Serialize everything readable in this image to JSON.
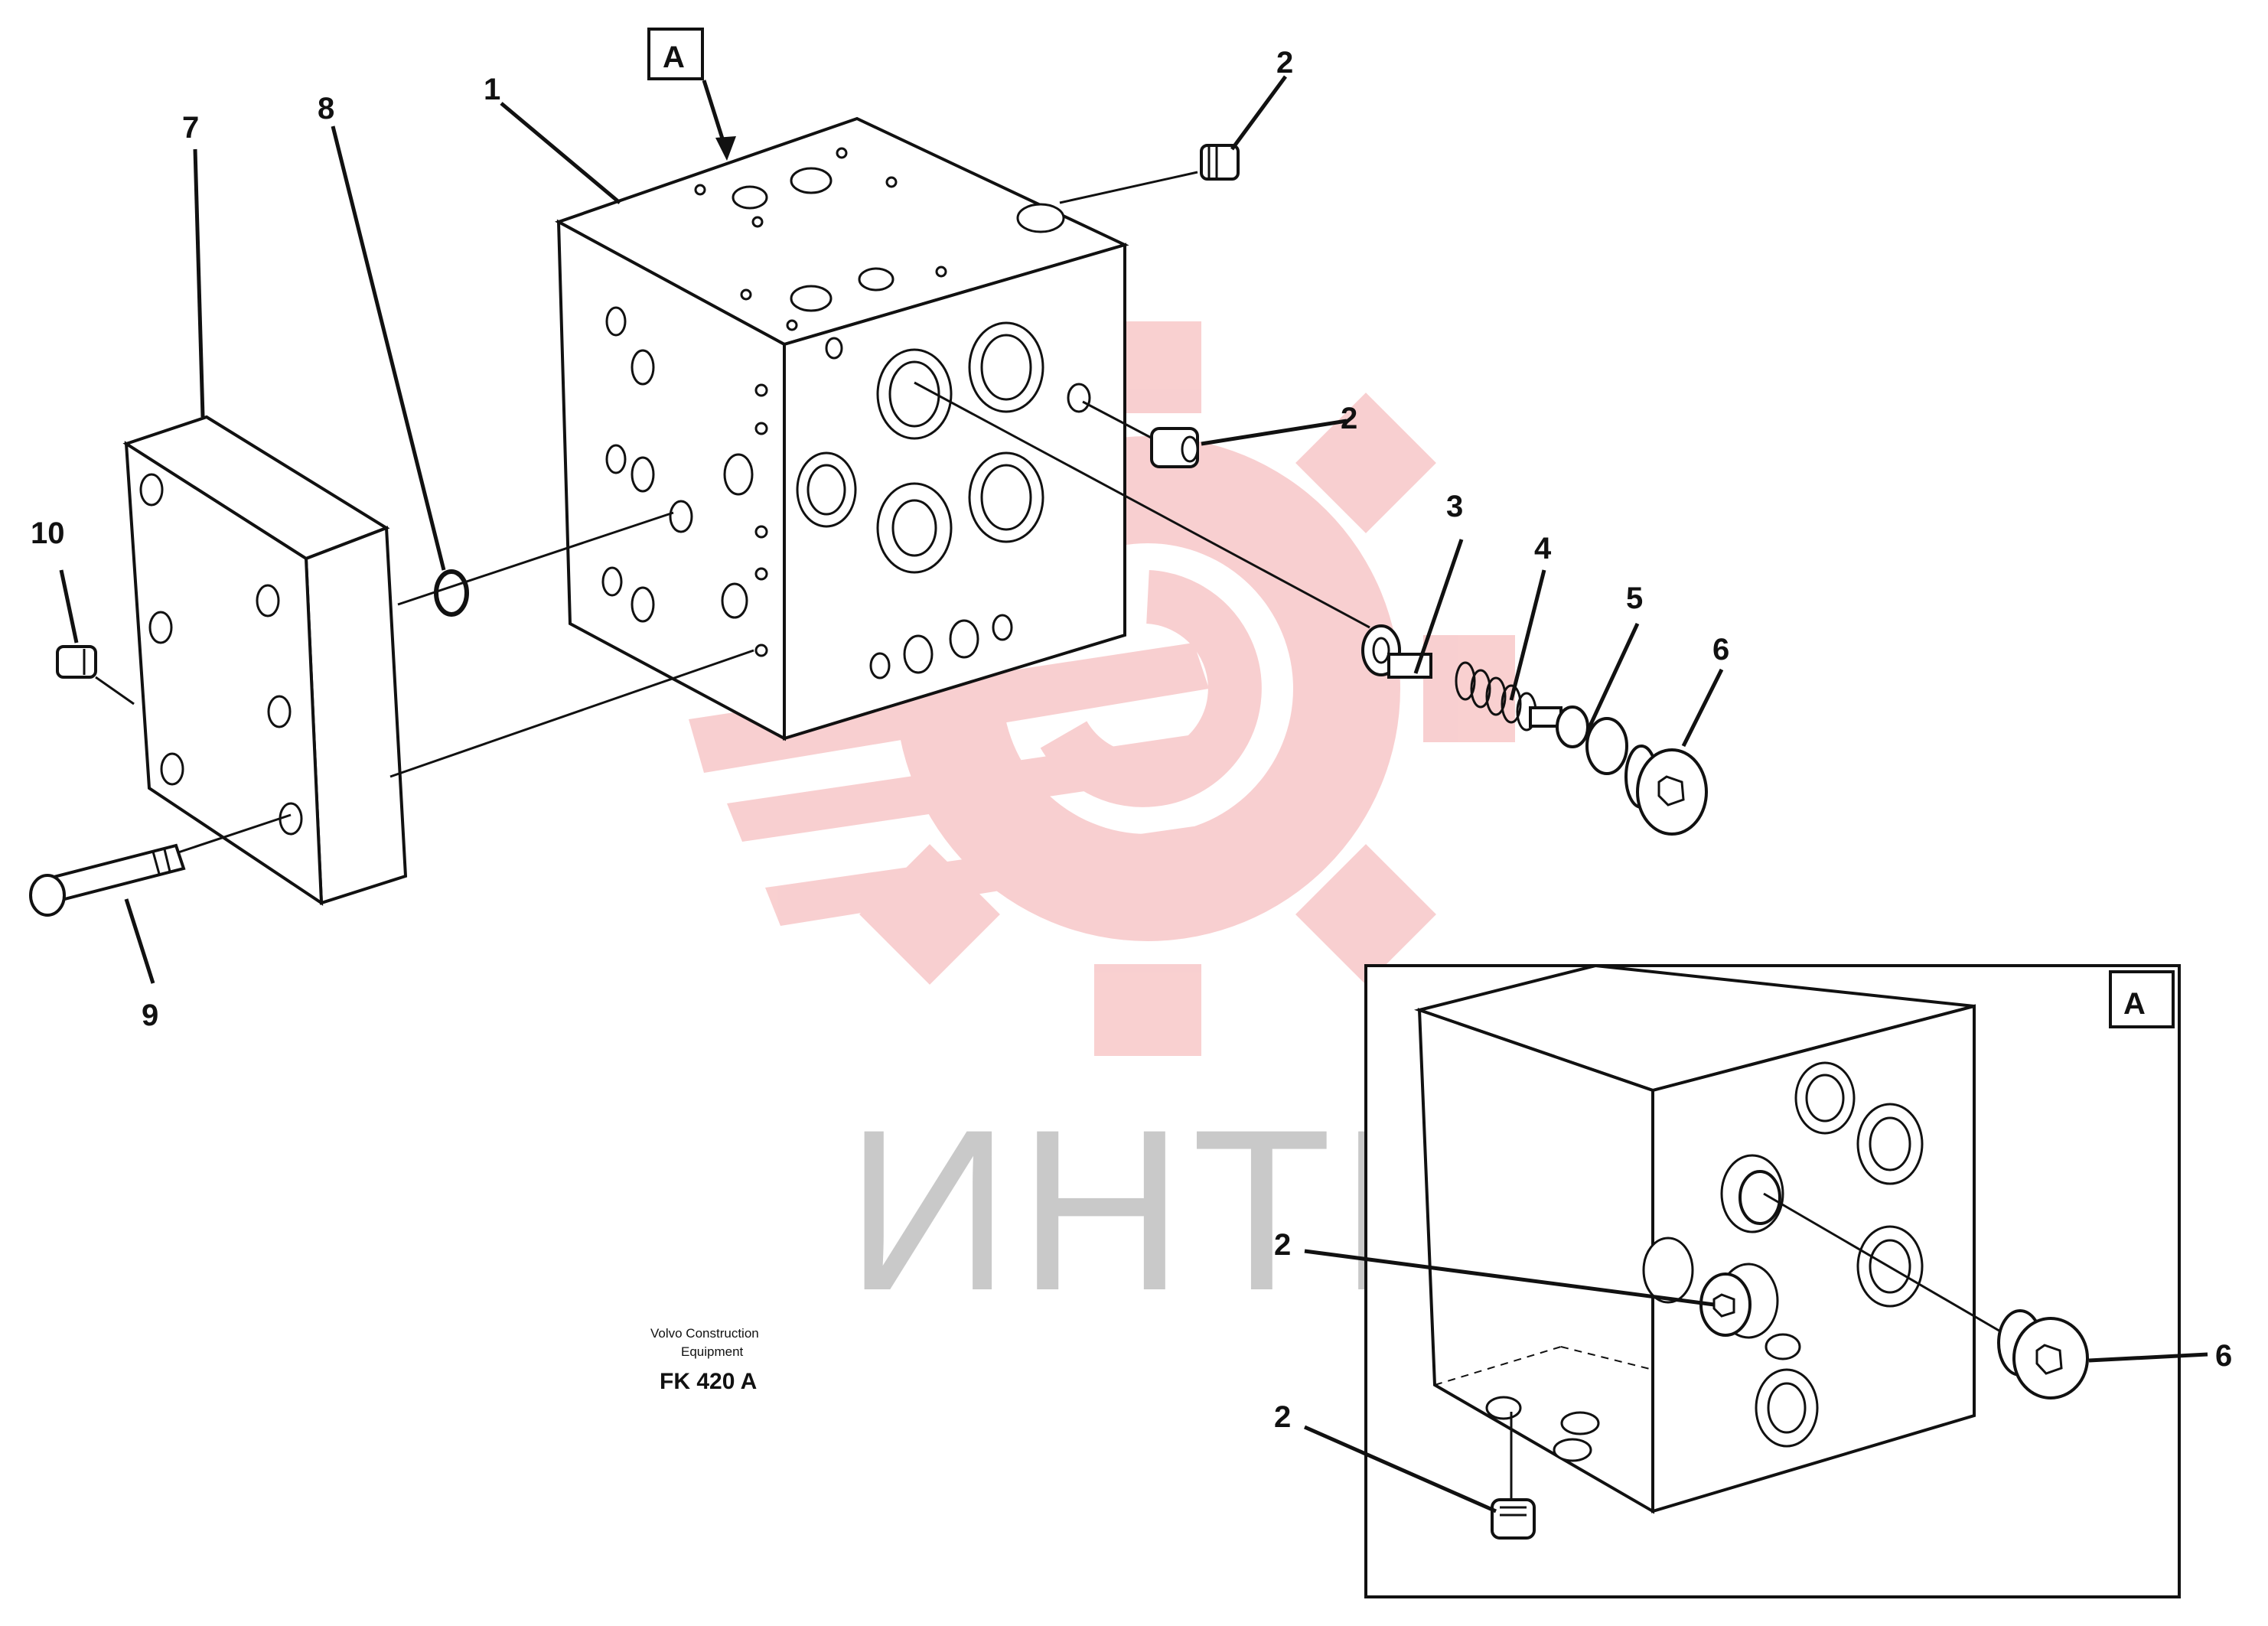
{
  "callouts": {
    "c1": "1",
    "c2a": "2",
    "c2b": "2",
    "c3": "3",
    "c4": "4",
    "c5": "5",
    "c6": "6",
    "c7": "7",
    "c8": "8",
    "c9": "9",
    "c10": "10",
    "inset_c2a": "2",
    "inset_c2b": "2",
    "inset_c6": "6"
  },
  "view_label": "A",
  "inset_view_label": "A",
  "watermark": {
    "text": "ИНТЕХ",
    "color": "#f4a9aa"
  },
  "caption": {
    "line1": "Volvo Construction",
    "line2": "Equipment",
    "code": "FK 420 A"
  }
}
